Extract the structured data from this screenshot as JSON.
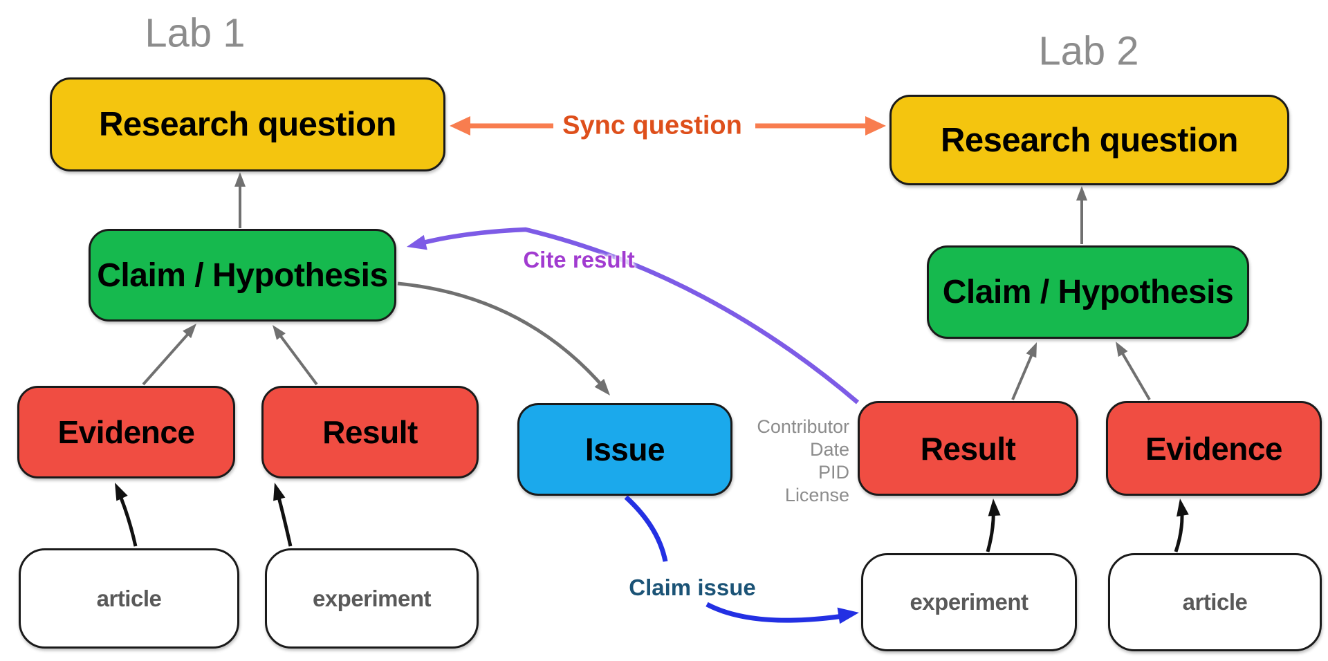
{
  "diagram": {
    "title_left": "Lab 1",
    "title_right": "Lab 2",
    "lab1": {
      "research_question": "Research question",
      "claim": "Claim / Hypothesis",
      "evidence": "Evidence",
      "result": "Result",
      "article": "article",
      "experiment": "experiment"
    },
    "lab2": {
      "research_question": "Research question",
      "claim": "Claim / Hypothesis",
      "result": "Result",
      "evidence": "Evidence",
      "experiment": "experiment",
      "article": "article",
      "result_meta": [
        "Contributor",
        "Date",
        "PID",
        "License"
      ]
    },
    "issue": "Issue",
    "relations": {
      "sync_question": "Sync question",
      "cite_result": "Cite result",
      "claim_issue": "Claim issue"
    },
    "colors": {
      "research_question_box": "#F4C50F",
      "claim_box": "#16B94E",
      "evidence_result_box": "#F04D42",
      "issue_box": "#1BA9EC",
      "white_box": "#FFFFFF",
      "sync_label": "#DE4F1B",
      "sync_arrow": "#F87D4F",
      "cite_label": "#A13BD0",
      "cite_arrow": "#7D5BE6",
      "claim_issue_label": "#1B5376",
      "claim_issue_arrow": "#2330E3",
      "structure_arrow": "#707070",
      "source_arrow": "#111111",
      "title_text": "#8C8C8C"
    }
  }
}
